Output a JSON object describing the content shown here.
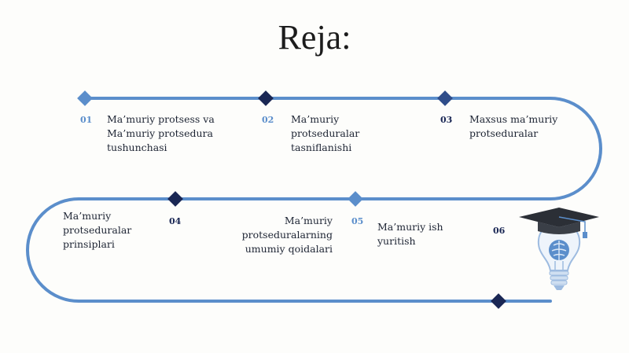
{
  "title": "Reja:",
  "colors": {
    "path": "#5b8ecb",
    "node_light": "#5b8ecb",
    "node_dark": "#1a2754",
    "node_mid": "#2f4d8a",
    "num_light": "#5b8ecb",
    "num_dark": "#1a2754"
  },
  "steps": [
    {
      "num": "01",
      "lines": [
        "Ma’muriy protsess va",
        "Ma’muriy protsedura",
        "tushunchasi"
      ]
    },
    {
      "num": "02",
      "lines": [
        "Ma’muriy",
        "protseduralar",
        "tasniflanishi"
      ]
    },
    {
      "num": "03",
      "lines": [
        "Maxsus ma’muriy",
        "protseduralar"
      ]
    },
    {
      "num": "04",
      "lines": [
        "Ma’muriy",
        "protseduralar",
        "prinsiplari"
      ]
    },
    {
      "num": "05",
      "lines": [
        "Ma’muriy",
        "protseduralarning",
        "umumiy qoidalari"
      ]
    },
    {
      "num": "06",
      "lines": [
        "Ma’muriy ish",
        "yuritish"
      ]
    }
  ],
  "icon": "graduation-cap-lightbulb-brain-icon"
}
